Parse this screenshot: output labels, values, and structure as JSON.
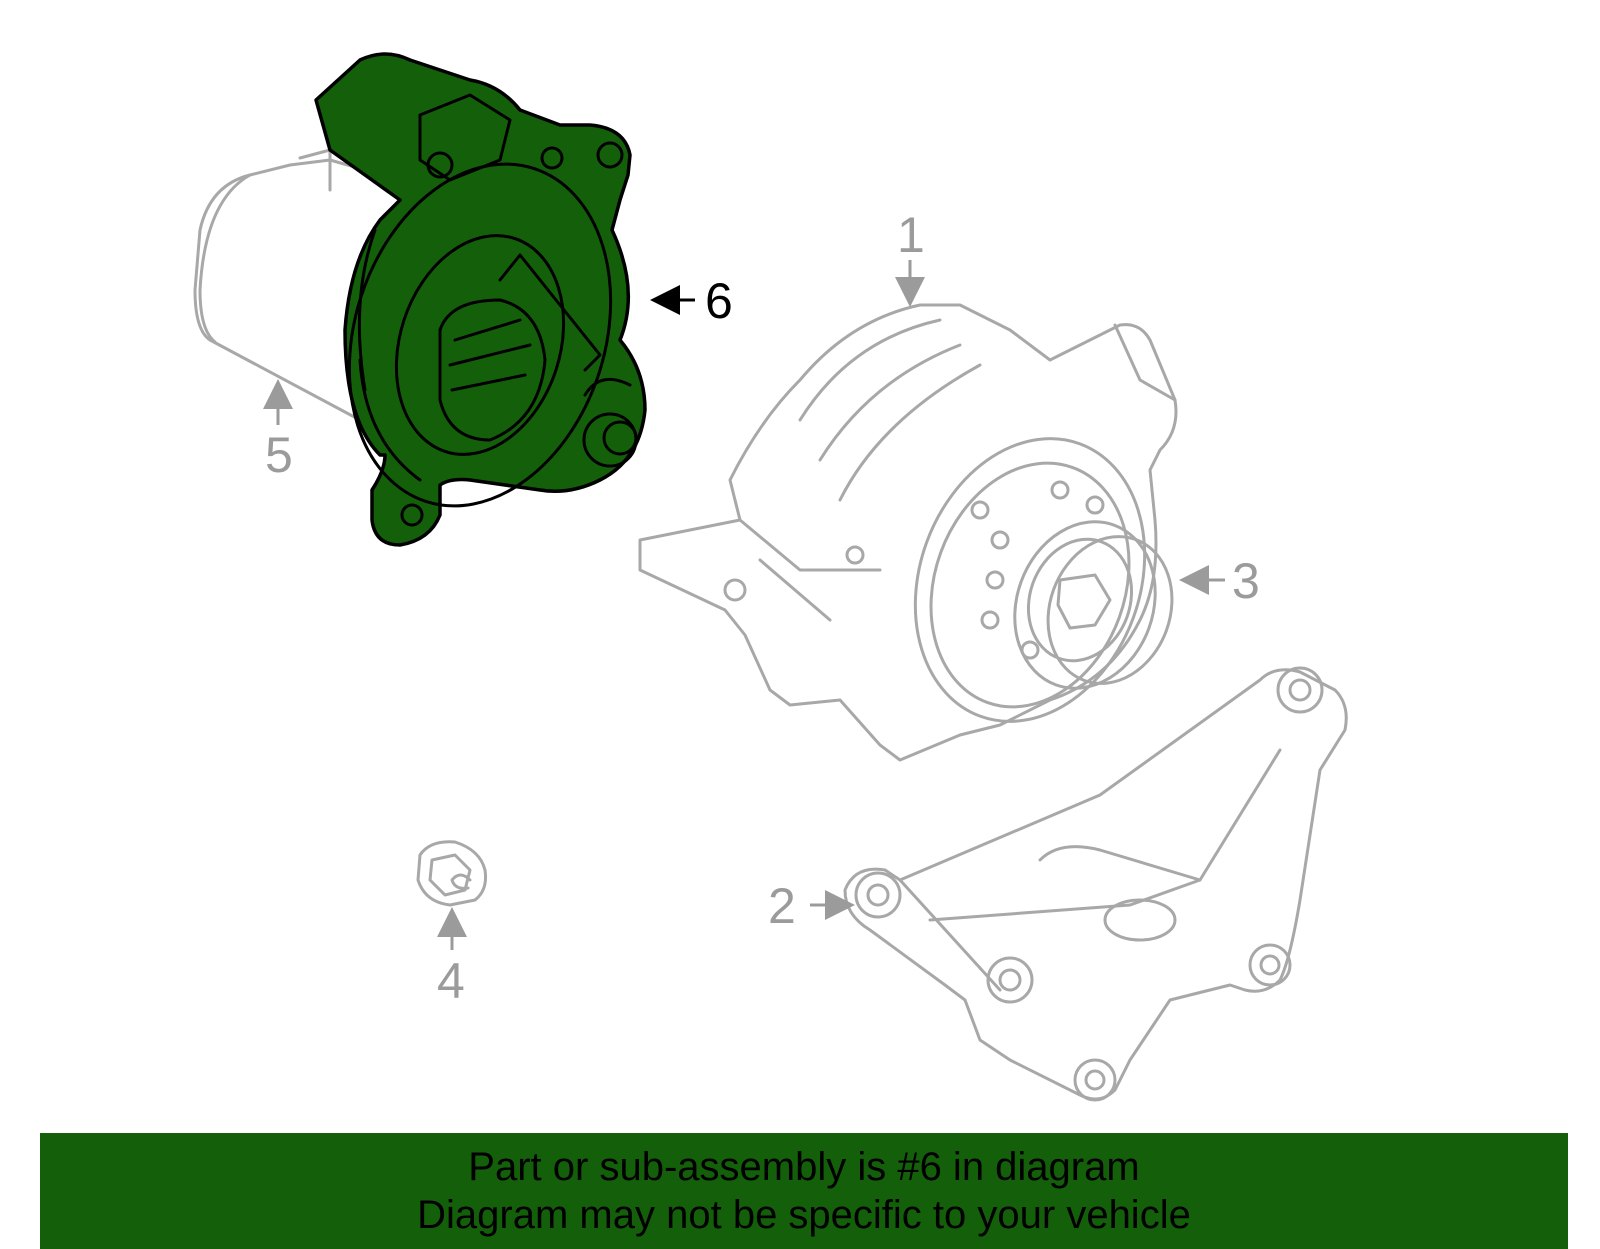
{
  "callouts": {
    "c1": "1",
    "c2": "2",
    "c3": "3",
    "c4": "4",
    "c5": "5",
    "c6": "6"
  },
  "banner": {
    "line1": "Part or sub-assembly is #6 in diagram",
    "line2": "Diagram may not be specific to your vehicle"
  },
  "colors": {
    "highlight": "#145f0a",
    "unselected_outline": "#a8a8a8",
    "callout_grey": "#9b9b9b"
  }
}
